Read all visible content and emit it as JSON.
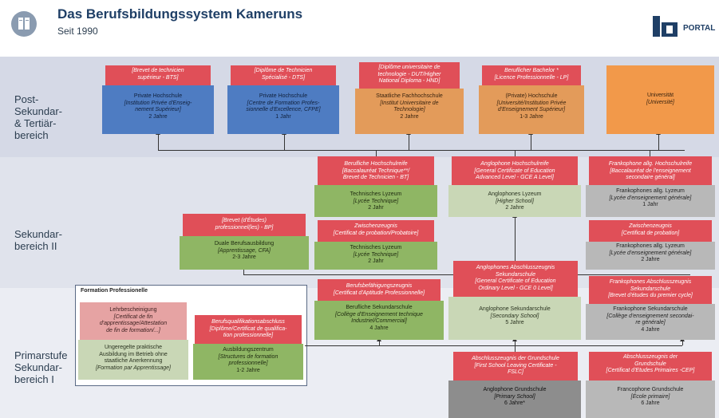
{
  "header": {
    "title": "Das Berufsbildungssystem Kameruns",
    "subtitle": "Seit 1990",
    "logo_text": "PORTAL"
  },
  "bands": {
    "post": "Post-\nSekundar-\n& Tertiär-\nbereich",
    "sek2": "Sekundar-\nbereich II",
    "prim": "Primarstufe\nSekundar-\nbereich I"
  },
  "formation_professionelle": "Formation Professionelle",
  "boxes": {
    "bts_red": {
      "h": "[Brevet de technicien",
      "s": "supérieur - BTS]"
    },
    "bts": {
      "t": "Private Hochschule",
      "s": "[Institution Privée d'Enseig-\nnement Supérieur]",
      "d": "2 Jahre"
    },
    "dts_red": {
      "h": "[Diplôme de Technicien",
      "s": "Spécialisé - DTS]"
    },
    "dts": {
      "t": "Private Hochschule",
      "s": "[Centre de Formation Profes-\nsionnelle d'Excellence, CFPE]",
      "d": "1 Jahr"
    },
    "dut_red": {
      "h": "[Diplôme universitaire de\ntechnologie - DUT/Higher\nNational Diploma - HND]"
    },
    "dut": {
      "t": "Staatliche Fachhochschule",
      "s": "[Institut Universitaire de\nTechnologie]",
      "d": "2 Jahre"
    },
    "lp_red": {
      "h": "Beruflicher Bachelor *",
      "s": "[Licence  Professionnelle - LP]"
    },
    "lp": {
      "t": "(Private) Hochschule",
      "s": "[Université/Institution Privée\nd'Enseignement Supérieur]",
      "d": "1-3 Jahre"
    },
    "uni": {
      "t": "Universität",
      "s": "[Université]"
    },
    "bt_red": {
      "h": "Berufliche Hochschulreife",
      "s": "[Baccalauréat Technique**/\nBrevet de Technicien - BT]"
    },
    "bt": {
      "t": "Technisches Lyzeum",
      "s": "[Lycée Technique]",
      "d": "2 Jahr"
    },
    "gcea_red": {
      "h": "Anglophone Hochschulreife",
      "s": "[General Certificate of Education\nAdvanced Level - GCE A Level]"
    },
    "gcea": {
      "t": "Anglophones Lyzeum",
      "s": "[Higher School]",
      "d": "2 Jahre"
    },
    "bac_red": {
      "h": "Frankophone allg. Hochschulreife",
      "s": "[Baccalauréat de l'enseignement\nsecondaire général]"
    },
    "bac": {
      "t": "Frankophones allg. Lyzeum",
      "s": "[Lycée d'enseignement générale]",
      "d": "1 Jahr"
    },
    "bp_red": {
      "h": "[Brevet (d'Études)",
      "s": "professionnel(les) - BP]"
    },
    "bp": {
      "t": "Duale Berufsausbildung",
      "s": "[Apprentissage, CFA]",
      "d": "2-3 Jahre"
    },
    "cp_red": {
      "h": "Zwischenzeugnis",
      "s": "[Certificat de probation/Probatoire]"
    },
    "cp": {
      "t": "Technisches Lyzeum",
      "s": "[Lycée Technique]",
      "d": "2 Jahr"
    },
    "cpf_red": {
      "h": "Zwischenzeugnis",
      "s": "[Certificat de probation]"
    },
    "cpf": {
      "t": "Frankophones allg. Lyzeum",
      "s": "[Lycée d'enseignement générale]",
      "d": "2 Jahre"
    },
    "lehr_red": {
      "h": "Lehrbescheinigung",
      "s": "[Certificat de fin\nd'apprentissage/Attestation\nde fin de formation/...]"
    },
    "lehr": {
      "t": "Ungeregelte praktische\nAusbildung im Betrieb ohne\nstaatliche Anerkennung",
      "s": "[Formation par Apprentissage]"
    },
    "dqp_red": {
      "h": "Berufsqualifikationsabschluss",
      "s": "[Diplôme/Certificat de qualifica-\ntion professionnelle]"
    },
    "dqp": {
      "t": "Ausbildungszentrum",
      "s": "[Structures de formation\nprofessionnelle]",
      "d": "1-2 Jahre"
    },
    "cap_red": {
      "h": "Berufsbefähigungszeugnis",
      "s": "[Certificat d'Aptitude Professionnelle]"
    },
    "cap": {
      "t": "Berufliche Sekundarschule",
      "s": "[Collège d'Enseignement technique\nIndustriel/Commercial]",
      "d": "4 Jahre"
    },
    "gceo_red": {
      "h": "Anglophones Abschlusszeugnis\nSekundarschule",
      "s": "[General Certificate of Education\nOrdinary Level - GCE 0 Level]"
    },
    "gceo": {
      "t": "Anglophone Sekundarschule",
      "s": "[Secondary School]",
      "d": "5 Jahre"
    },
    "bepc_red": {
      "h": "Frankophones Abschlusszeugnis\nSekundarschule",
      "s": "[Brevet d'études du premier cycle]"
    },
    "bepc": {
      "t": "Frankophone Sekundarschule",
      "s": "[Collège d'enseignement secondai-\nre générale]",
      "d": "4 Jahre"
    },
    "fslc_red": {
      "h": "Abschlusszeugnis der Grundschule",
      "s": "[First School Leaving Certificate -\nFSLC]"
    },
    "fslc": {
      "t": "Anglophone Grundschule",
      "s": "[Primary School]",
      "d": "6 Jahre*"
    },
    "cep_red": {
      "h": "Abschlusszeugnis der\nGrundschule",
      "s": "[Certificat d'Etudes Primaires -CEP]"
    },
    "cep": {
      "t": "Francophone Grundschule",
      "s": "[École primaire]",
      "d": "6 Jahre"
    }
  }
}
